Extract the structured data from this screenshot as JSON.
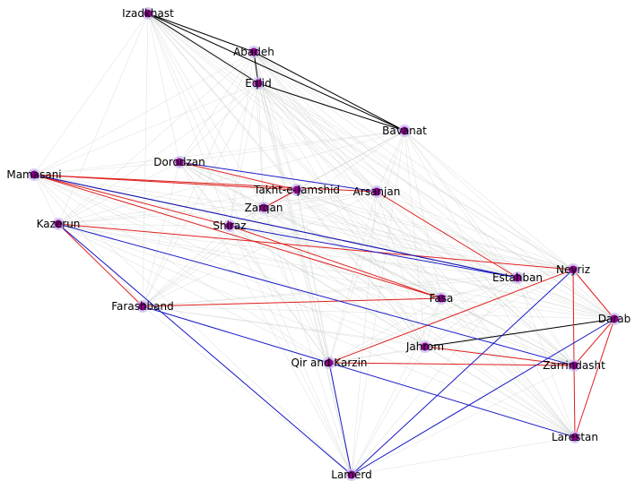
{
  "colors": {
    "node_fill": "#8b008b",
    "node_halo": "#c8b8f0",
    "edge_black": "#000000",
    "edge_red": "#e02020",
    "edge_blue": "#1a1ac8",
    "edge_faint": "#c8d0c8"
  },
  "nodes": [
    {
      "id": "izadkhast",
      "label": "Izadkhast"
    },
    {
      "id": "abadeh",
      "label": "Abadeh"
    },
    {
      "id": "eqlid",
      "label": "Eqlid"
    },
    {
      "id": "bavanat",
      "label": "Bavanat"
    },
    {
      "id": "dorodzan",
      "label": "Dorodzan"
    },
    {
      "id": "mamasani",
      "label": "Mamasani"
    },
    {
      "id": "takht-e-jamshid",
      "label": "Takht-e-Jamshid"
    },
    {
      "id": "arsanjan",
      "label": "Arsanjan"
    },
    {
      "id": "zarqan",
      "label": "Zarqan"
    },
    {
      "id": "kazerun",
      "label": "Kazerun"
    },
    {
      "id": "shiraz",
      "label": "Shiraz"
    },
    {
      "id": "neyriz",
      "label": "Neyriz"
    },
    {
      "id": "estahban",
      "label": "Estahban"
    },
    {
      "id": "fasa",
      "label": "Fasa"
    },
    {
      "id": "farashband",
      "label": "Farashband"
    },
    {
      "id": "darab",
      "label": "Darab"
    },
    {
      "id": "jahrom",
      "label": "Jahrom"
    },
    {
      "id": "qir-and-karzin",
      "label": "Qir and Karzin"
    },
    {
      "id": "zarrindasht",
      "label": "Zarrindasht"
    },
    {
      "id": "larestan",
      "label": "Larestan"
    },
    {
      "id": "lamerd",
      "label": "Lamerd"
    }
  ],
  "edges": [
    {
      "source": "izadkhast",
      "target": "abadeh",
      "color": "black"
    },
    {
      "source": "izadkhast",
      "target": "eqlid",
      "color": "black"
    },
    {
      "source": "izadkhast",
      "target": "bavanat",
      "color": "black"
    },
    {
      "source": "abadeh",
      "target": "eqlid",
      "color": "black"
    },
    {
      "source": "abadeh",
      "target": "bavanat",
      "color": "black"
    },
    {
      "source": "eqlid",
      "target": "bavanat",
      "color": "black"
    },
    {
      "source": "mamasani",
      "target": "estahban",
      "color": "black"
    },
    {
      "source": "jahrom",
      "target": "darab",
      "color": "black"
    },
    {
      "source": "dorodzan",
      "target": "takht-e-jamshid",
      "color": "red"
    },
    {
      "source": "mamasani",
      "target": "arsanjan",
      "color": "red"
    },
    {
      "source": "mamasani",
      "target": "shiraz",
      "color": "red"
    },
    {
      "source": "mamasani",
      "target": "fasa",
      "color": "red"
    },
    {
      "source": "takht-e-jamshid",
      "target": "zarqan",
      "color": "red"
    },
    {
      "source": "arsanjan",
      "target": "estahban",
      "color": "red"
    },
    {
      "source": "kazerun",
      "target": "neyriz",
      "color": "red"
    },
    {
      "source": "kazerun",
      "target": "farashband",
      "color": "red"
    },
    {
      "source": "shiraz",
      "target": "fasa",
      "color": "red"
    },
    {
      "source": "farashband",
      "target": "fasa",
      "color": "red"
    },
    {
      "source": "neyriz",
      "target": "qir-and-karzin",
      "color": "red"
    },
    {
      "source": "neyriz",
      "target": "darab",
      "color": "red"
    },
    {
      "source": "neyriz",
      "target": "zarrindasht",
      "color": "red"
    },
    {
      "source": "darab",
      "target": "zarrindasht",
      "color": "red"
    },
    {
      "source": "darab",
      "target": "larestan",
      "color": "red"
    },
    {
      "source": "jahrom",
      "target": "zarrindasht",
      "color": "red"
    },
    {
      "source": "qir-and-karzin",
      "target": "zarrindasht",
      "color": "red"
    },
    {
      "source": "zarrindasht",
      "target": "larestan",
      "color": "red"
    },
    {
      "source": "dorodzan",
      "target": "arsanjan",
      "color": "blue"
    },
    {
      "source": "mamasani",
      "target": "estahban",
      "color": "blue"
    },
    {
      "source": "kazerun",
      "target": "zarrindasht",
      "color": "blue"
    },
    {
      "source": "kazerun",
      "target": "lamerd",
      "color": "blue"
    },
    {
      "source": "shiraz",
      "target": "estahban",
      "color": "blue"
    },
    {
      "source": "farashband",
      "target": "qir-and-karzin",
      "color": "blue"
    },
    {
      "source": "neyriz",
      "target": "lamerd",
      "color": "blue"
    },
    {
      "source": "darab",
      "target": "lamerd",
      "color": "blue"
    },
    {
      "source": "qir-and-karzin",
      "target": "lamerd",
      "color": "blue"
    },
    {
      "source": "qir-and-karzin",
      "target": "larestan",
      "color": "blue"
    },
    {
      "source": "mamasani",
      "target": "takht-e-jamshid",
      "color": "red"
    }
  ]
}
